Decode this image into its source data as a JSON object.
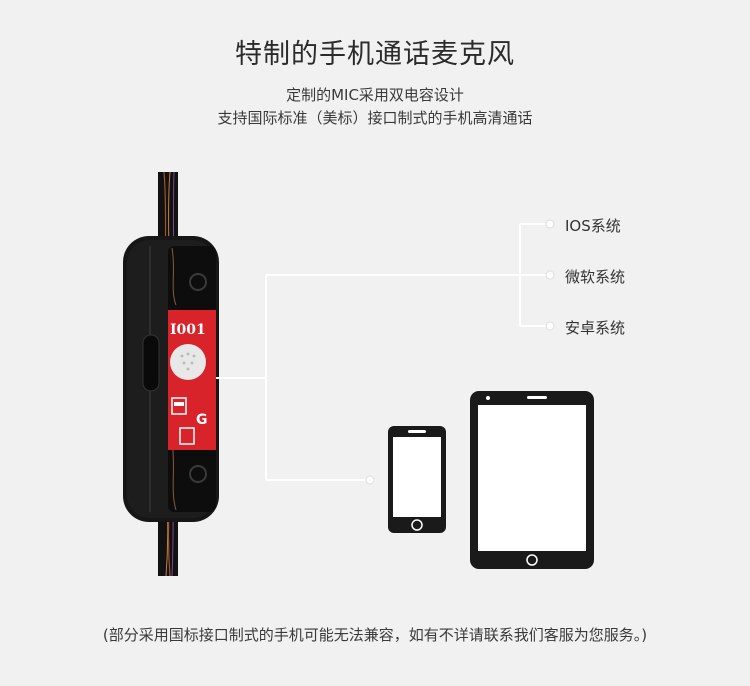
{
  "title": "特制的手机通话麦克风",
  "subtitle_line1": "定制的MIC采用双电容设计",
  "subtitle_line2": "支持国际标准（美标）接口制式的手机高清通话",
  "pcb_label": "I001",
  "pcb_mark": "G",
  "systems": [
    "IOS系统",
    "微软系统",
    "安卓系统"
  ],
  "footnote": "(部分采用国标接口制式的手机可能无法兼容，如有不详请联系我们客服为您服务。)",
  "colors": {
    "background": "#f1f1f1",
    "pcb": "#d9232b",
    "device": "#1a1a1a"
  }
}
